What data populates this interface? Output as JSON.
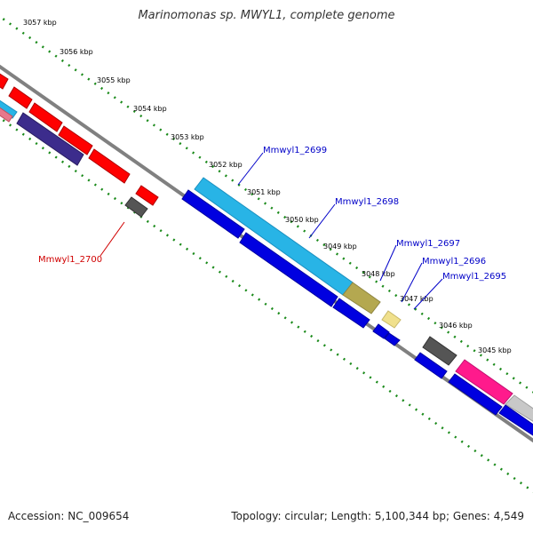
{
  "title": "Marinomonas sp. MWYL1, complete genome",
  "footer": {
    "accession": "Accession: NC_009654",
    "summary": "Topology: circular; Length: 5,100,344 bp; Genes: 4,549"
  },
  "colors": {
    "backbone": "#808080",
    "ruler_ticks": "#1a8a1a",
    "forward_label": "#0000c8",
    "reverse_label": "#d00000"
  },
  "ruler": [
    {
      "kbp": 3057,
      "label": "3057 kbp"
    },
    {
      "kbp": 3056,
      "label": "3056 kbp"
    },
    {
      "kbp": 3055,
      "label": "3055 kbp"
    },
    {
      "kbp": 3054,
      "label": "3054 kbp"
    },
    {
      "kbp": 3053,
      "label": "3053 kbp"
    },
    {
      "kbp": 3052,
      "label": "3052 kbp"
    },
    {
      "kbp": 3051,
      "label": "3051 kbp"
    },
    {
      "kbp": 3050,
      "label": "3050 kbp"
    },
    {
      "kbp": 3049,
      "label": "3049 kbp"
    },
    {
      "kbp": 3048,
      "label": "3048 kbp"
    },
    {
      "kbp": 3047,
      "label": "3047 kbp"
    },
    {
      "kbp": 3046,
      "label": "3046 kbp"
    },
    {
      "kbp": 3045,
      "label": "3045 kbp"
    }
  ],
  "gene_labels": [
    {
      "name": "Mmwyl1_2699",
      "strand": "forward"
    },
    {
      "name": "Mmwyl1_2698",
      "strand": "forward"
    },
    {
      "name": "Mmwyl1_2697",
      "strand": "forward"
    },
    {
      "name": "Mmwyl1_2696",
      "strand": "forward"
    },
    {
      "name": "Mmwyl1_2695",
      "strand": "forward"
    },
    {
      "name": "Mmwyl1_2700",
      "strand": "reverse"
    }
  ]
}
